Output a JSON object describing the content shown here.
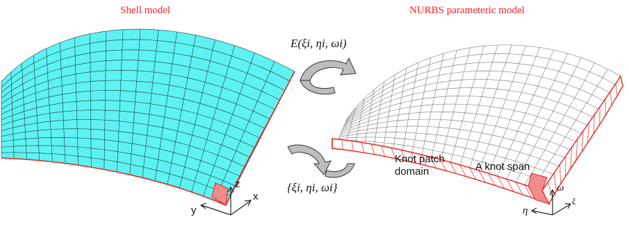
{
  "left_panel": {
    "title": "Shell model",
    "axes": {
      "x": "x",
      "y": "y",
      "z": "z"
    }
  },
  "right_panel": {
    "title": "NURBS parameteric model",
    "annotation_patch": "Knot patch\ndomain",
    "annotation_span": "A knot span",
    "axes": {
      "eta": "η",
      "omega": "ω",
      "xi": "ξ"
    }
  },
  "mapping": {
    "forward": "E(ξi, ηi, ωi)",
    "inverse": "{ξi, ηi, ωi}"
  },
  "colors": {
    "shell_fill": "#5ef2f2",
    "edge": "#e8201c",
    "highlight": "#f28b8b",
    "arrow_fill": "#bdbdbd"
  }
}
